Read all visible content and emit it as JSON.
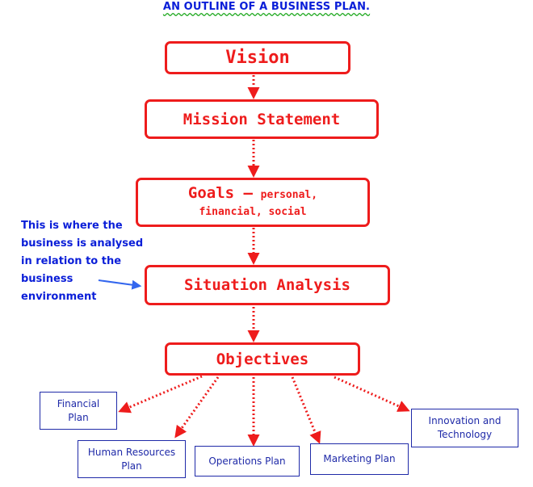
{
  "title": "AN OUTLINE OF A BUSINESS PLAN.",
  "colors": {
    "flow": "#ee1c1c",
    "plans": "#1f2aa8",
    "note": "#0a1ed8",
    "underline": "#22aa22"
  },
  "flow": {
    "vision": "Vision",
    "mission": "Mission Statement",
    "goals_main": "Goals –",
    "goals_sub1": "personal,",
    "goals_sub2": "financial, social",
    "situation": "Situation Analysis",
    "objectives": "Objectives"
  },
  "note": {
    "lines": [
      "This is where the",
      "business is analysed",
      "in relation to the",
      "business",
      "environment"
    ]
  },
  "plans": {
    "financial": [
      "Financial",
      "Plan"
    ],
    "human": [
      "Human Resources",
      "Plan"
    ],
    "operations": [
      "Operations Plan"
    ],
    "marketing": [
      "Marketing Plan"
    ],
    "innovation": [
      "Innovation and",
      "Technology"
    ]
  }
}
